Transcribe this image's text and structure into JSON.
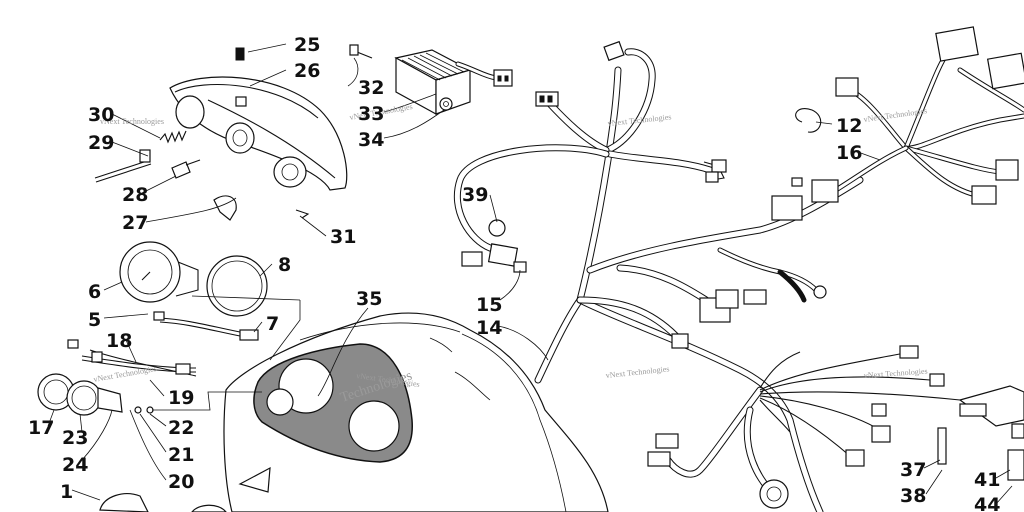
{
  "callouts": [
    {
      "id": "25",
      "label": "25"
    },
    {
      "id": "26",
      "label": "26"
    },
    {
      "id": "30",
      "label": "30"
    },
    {
      "id": "29",
      "label": "29"
    },
    {
      "id": "28",
      "label": "28"
    },
    {
      "id": "27",
      "label": "27"
    },
    {
      "id": "31",
      "label": "31"
    },
    {
      "id": "32",
      "label": "32"
    },
    {
      "id": "33",
      "label": "33"
    },
    {
      "id": "34",
      "label": "34"
    },
    {
      "id": "8",
      "label": "8"
    },
    {
      "id": "6",
      "label": "6"
    },
    {
      "id": "5",
      "label": "5"
    },
    {
      "id": "7",
      "label": "7"
    },
    {
      "id": "18",
      "label": "18"
    },
    {
      "id": "19",
      "label": "19"
    },
    {
      "id": "17",
      "label": "17"
    },
    {
      "id": "23",
      "label": "23"
    },
    {
      "id": "24",
      "label": "24"
    },
    {
      "id": "22",
      "label": "22"
    },
    {
      "id": "21",
      "label": "21"
    },
    {
      "id": "20",
      "label": "20"
    },
    {
      "id": "1",
      "label": "1"
    },
    {
      "id": "35",
      "label": "35"
    },
    {
      "id": "39",
      "label": "39"
    },
    {
      "id": "15",
      "label": "15"
    },
    {
      "id": "14",
      "label": "14"
    },
    {
      "id": "12",
      "label": "12"
    },
    {
      "id": "16",
      "label": "16"
    },
    {
      "id": "37",
      "label": "37"
    },
    {
      "id": "38",
      "label": "38"
    },
    {
      "id": "41",
      "label": "41"
    },
    {
      "id": "44",
      "label": "44"
    }
  ],
  "watermark_text": "vNext Technologies",
  "watermark_large_text": "Technologies"
}
